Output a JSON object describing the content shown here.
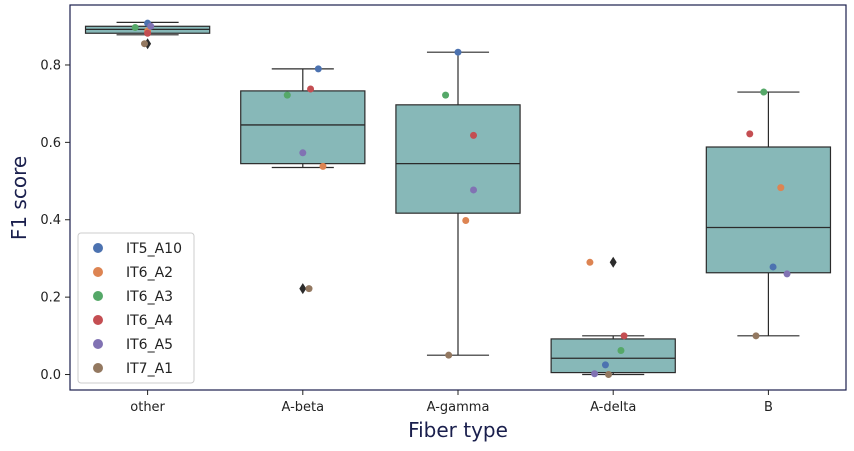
{
  "chart_data": {
    "type": "box",
    "xlabel": "Fiber type",
    "ylabel": "F1 score",
    "categories": [
      "other",
      "A-beta",
      "A-gamma",
      "A-delta",
      "B"
    ],
    "ylim": [
      -0.04,
      0.955
    ],
    "yticks": [
      0.0,
      0.2,
      0.4,
      0.6,
      0.8
    ],
    "ytick_labels": [
      "0.0",
      "0.2",
      "0.4",
      "0.6",
      "0.8"
    ],
    "box_color": "#87b8b8",
    "box_edge_color": "#2b2b2b",
    "frame_color": "#1a1f4d",
    "grid": false,
    "legend_position": "lower-left",
    "boxes": [
      {
        "category": "other",
        "q1": 0.882,
        "median": 0.892,
        "q3": 0.9,
        "whisker_low": 0.878,
        "whisker_high": 0.91,
        "fliers": [
          0.855
        ]
      },
      {
        "category": "A-beta",
        "q1": 0.545,
        "median": 0.645,
        "q3": 0.733,
        "whisker_low": 0.535,
        "whisker_high": 0.79,
        "fliers": [
          0.222
        ]
      },
      {
        "category": "A-gamma",
        "q1": 0.417,
        "median": 0.545,
        "q3": 0.697,
        "whisker_low": 0.05,
        "whisker_high": 0.833,
        "fliers": []
      },
      {
        "category": "A-delta",
        "q1": 0.005,
        "median": 0.042,
        "q3": 0.092,
        "whisker_low": 0.0,
        "whisker_high": 0.1,
        "fliers": [
          0.29
        ]
      },
      {
        "category": "B",
        "q1": 0.263,
        "median": 0.38,
        "q3": 0.588,
        "whisker_low": 0.1,
        "whisker_high": 0.73,
        "fliers": []
      }
    ],
    "series": [
      {
        "name": "IT5_A10",
        "color": "#4c72b0",
        "jitter": [
          0.0,
          0.1,
          0.0,
          -0.05,
          0.03
        ],
        "values": [
          0.908,
          0.79,
          0.833,
          0.025,
          0.278
        ]
      },
      {
        "name": "IT6_A2",
        "color": "#dd8452",
        "jitter": [
          0.0,
          0.13,
          0.05,
          -0.15,
          0.08
        ],
        "values": [
          0.888,
          0.538,
          0.398,
          0.29,
          0.483
        ]
      },
      {
        "name": "IT6_A3",
        "color": "#55a868",
        "jitter": [
          -0.08,
          -0.1,
          -0.08,
          0.05,
          -0.03
        ],
        "values": [
          0.897,
          0.722,
          0.722,
          0.062,
          0.73
        ]
      },
      {
        "name": "IT6_A4",
        "color": "#c44e52",
        "jitter": [
          0.0,
          0.05,
          0.1,
          0.07,
          -0.12
        ],
        "values": [
          0.882,
          0.738,
          0.618,
          0.1,
          0.622
        ]
      },
      {
        "name": "IT6_A5",
        "color": "#8172b3",
        "jitter": [
          0.02,
          0.0,
          0.1,
          -0.12,
          0.12
        ],
        "values": [
          0.9,
          0.573,
          0.477,
          0.002,
          0.26
        ]
      },
      {
        "name": "IT7_A1",
        "color": "#937860",
        "jitter": [
          -0.02,
          0.04,
          -0.06,
          -0.03,
          -0.08
        ],
        "values": [
          0.855,
          0.222,
          0.05,
          0.0,
          0.1
        ]
      }
    ]
  }
}
